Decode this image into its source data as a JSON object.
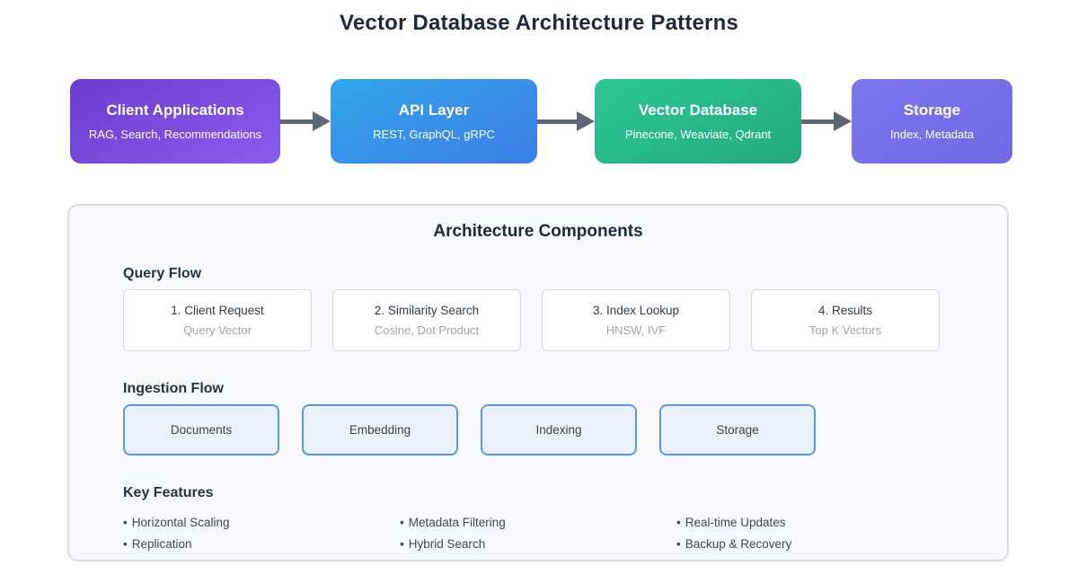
{
  "page": {
    "title": "Vector Database Architecture Patterns"
  },
  "colors": {
    "heading_text": "#1e293b",
    "arrow": "#5d6675",
    "panel_bg": "#f8f9fc",
    "panel_border": "#d9dde3",
    "query_card_bg": "#ffffff",
    "query_card_border": "#d6dade",
    "query_card_subtitle_text": "#9aa3ad",
    "ingestion_card_bg": "#e9f1fd",
    "ingestion_card_border": "#5b96e8"
  },
  "flow": {
    "nodes": [
      {
        "title": "Client Applications",
        "subtitle": "RAG, Search, Recommendations",
        "gradient_start": "#6a3ecf",
        "gradient_end": "#8a5cf0"
      },
      {
        "title": "API Layer",
        "subtitle": "REST, GraphQL, gRPC",
        "gradient_start": "#31a5ec",
        "gradient_end": "#3e7ee6"
      },
      {
        "title": "Vector Database",
        "subtitle": "Pinecone, Weaviate, Qdrant",
        "gradient_start": "#2dc795",
        "gradient_end": "#23aa7c"
      },
      {
        "title": "Storage",
        "subtitle": "Index, Metadata",
        "gradient_start": "#7b77f0",
        "gradient_end": "#6f69e4"
      }
    ]
  },
  "panel": {
    "title": "Architecture Components",
    "query_flow": {
      "heading": "Query Flow",
      "steps": [
        {
          "title": "1. Client Request",
          "subtitle": "Query Vector"
        },
        {
          "title": "2. Similarity Search",
          "subtitle": "Cosine, Dot Product"
        },
        {
          "title": "3. Index Lookup",
          "subtitle": "HNSW, IVF"
        },
        {
          "title": "4. Results",
          "subtitle": "Top K Vectors"
        }
      ]
    },
    "ingestion_flow": {
      "heading": "Ingestion Flow",
      "stages": [
        {
          "label": "Documents"
        },
        {
          "label": "Embedding"
        },
        {
          "label": "Indexing"
        },
        {
          "label": "Storage"
        }
      ]
    },
    "key_features": {
      "heading": "Key Features",
      "bullet": "•",
      "columns": [
        {
          "items": [
            "Horizontal Scaling",
            "Replication"
          ]
        },
        {
          "items": [
            "Metadata Filtering",
            "Hybrid Search"
          ]
        },
        {
          "items": [
            "Real-time Updates",
            "Backup & Recovery"
          ]
        }
      ]
    }
  }
}
